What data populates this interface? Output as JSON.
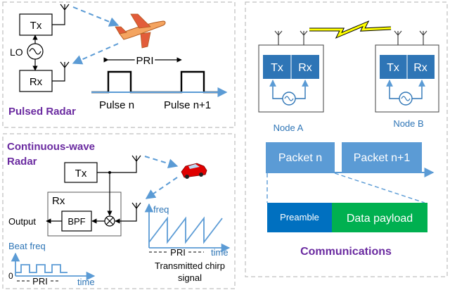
{
  "pulsed": {
    "title": "Pulsed Radar",
    "tx_label": "Tx",
    "rx_label": "Rx",
    "lo_label": "LO",
    "pri_label": "PRI",
    "pulse_n": "Pulse n",
    "pulse_n1": "Pulse n+1"
  },
  "cw": {
    "title_line1": "Continuous-wave",
    "title_line2": "Radar",
    "tx_label": "Tx",
    "rx_label": "Rx",
    "bpf_label": "BPF",
    "output_label": "Output",
    "freq_label": "freq",
    "pri_label": "PRI",
    "time_label": "time",
    "chirp_line1": "Transmitted chirp",
    "chirp_line2": "signal",
    "beat_label": "Beat freq",
    "beat_pri_label": "PRI",
    "beat_time_label": "time",
    "zero_label": "0"
  },
  "comms": {
    "title": "Communications",
    "node_a": "Node A",
    "node_b": "Node B",
    "tx_label": "Tx",
    "rx_label": "Rx",
    "packet_n": "Packet n",
    "packet_n1": "Packet n+1",
    "preamble": "Preamble",
    "payload": "Data payload"
  },
  "colors": {
    "accent_purple": "#6a2aa0",
    "signal_blue": "#5b9bd5",
    "node_blue": "#2e75b6",
    "preamble_blue": "#0070c0",
    "payload_green": "#00b050",
    "lightning_yellow": "#ffff00",
    "plane_orange": "#f4a460",
    "car_red": "#e00000"
  }
}
